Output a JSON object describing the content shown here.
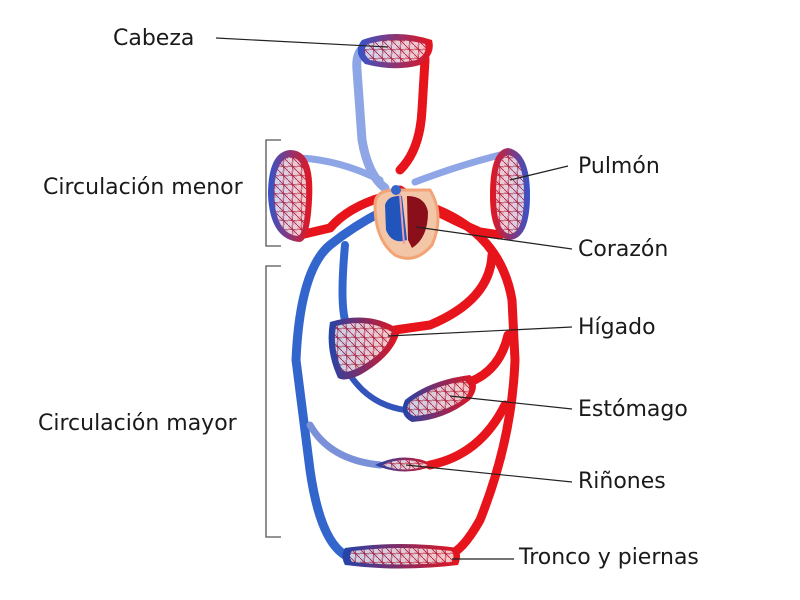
{
  "labels": {
    "head": "Cabeza",
    "lungs": "Pulmón",
    "heart": "Corazón",
    "liver": "Hígado",
    "stomach": "Estómago",
    "kidneys": "Riñones",
    "trunk": "Tronco y piernas"
  },
  "groups": {
    "minor": "Circulación menor",
    "major": "Circulación mayor"
  },
  "colors": {
    "artery": "#e8141b",
    "vein": "#3366cc",
    "vein_light": "#8fa6e6",
    "heart_outline": "#f2a477",
    "capillary_red": "#c8102e",
    "capillary_blue": "#2244aa"
  }
}
